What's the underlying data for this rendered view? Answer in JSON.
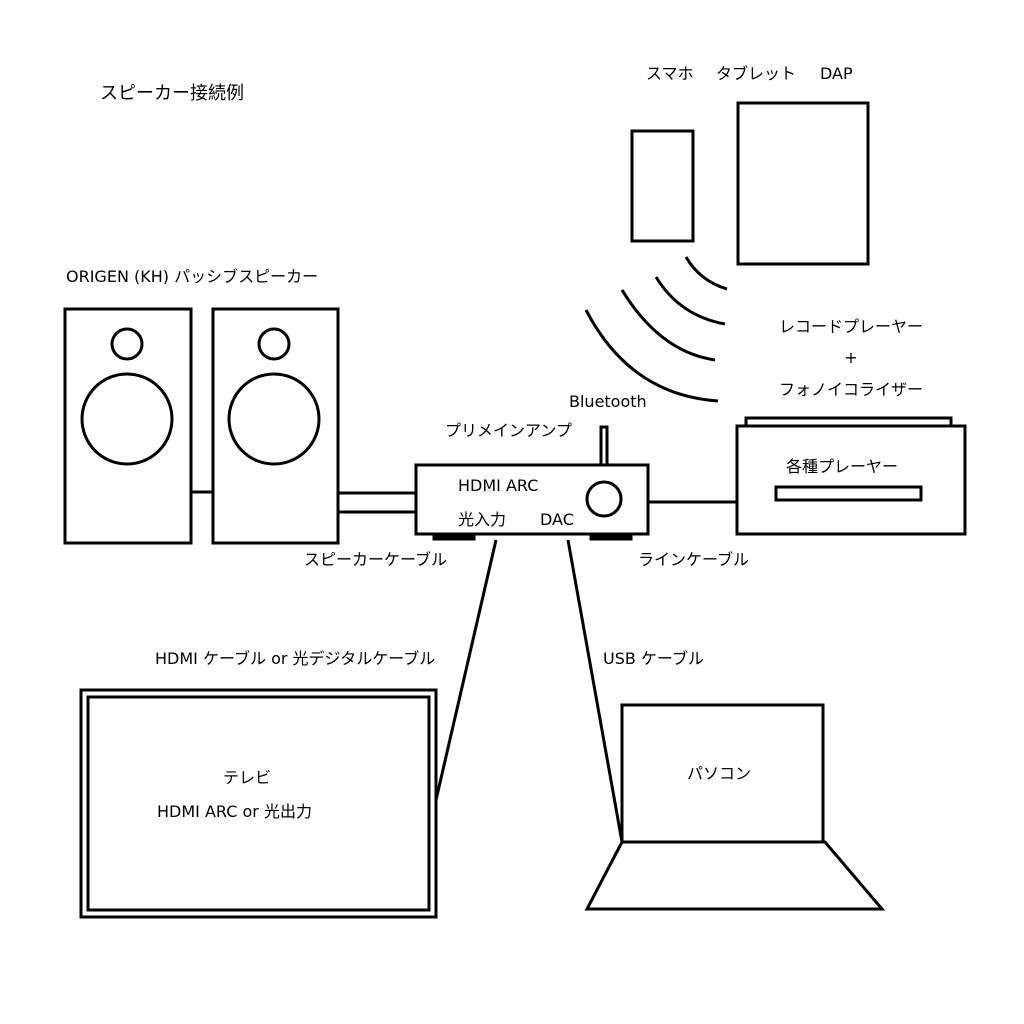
{
  "title": "スピーカー接続例",
  "speakers": {
    "label": "ORIGEN (KH) パッシブスピーカー"
  },
  "amp": {
    "label": "プリメインアンプ",
    "hdmi_arc": "HDMI ARC",
    "optical_in": "光入力",
    "dac": "DAC",
    "bluetooth": "Bluetooth"
  },
  "bt_devices": {
    "phone": "スマホ",
    "tablet": "タブレット",
    "dap": "DAP"
  },
  "record": {
    "line1": "レコードプレーヤー",
    "plus": "+",
    "line2": "フォノイコライザー"
  },
  "players": {
    "label": "各種プレーヤー"
  },
  "cables": {
    "speaker": "スピーカーケーブル",
    "line": "ラインケーブル",
    "hdmi_optical": "HDMI ケーブル or 光デジタルケーブル",
    "usb": "USB ケーブル"
  },
  "tv": {
    "line1": "テレビ",
    "line2": "HDMI ARC or 光出力"
  },
  "pc": {
    "label": "パソコン"
  }
}
